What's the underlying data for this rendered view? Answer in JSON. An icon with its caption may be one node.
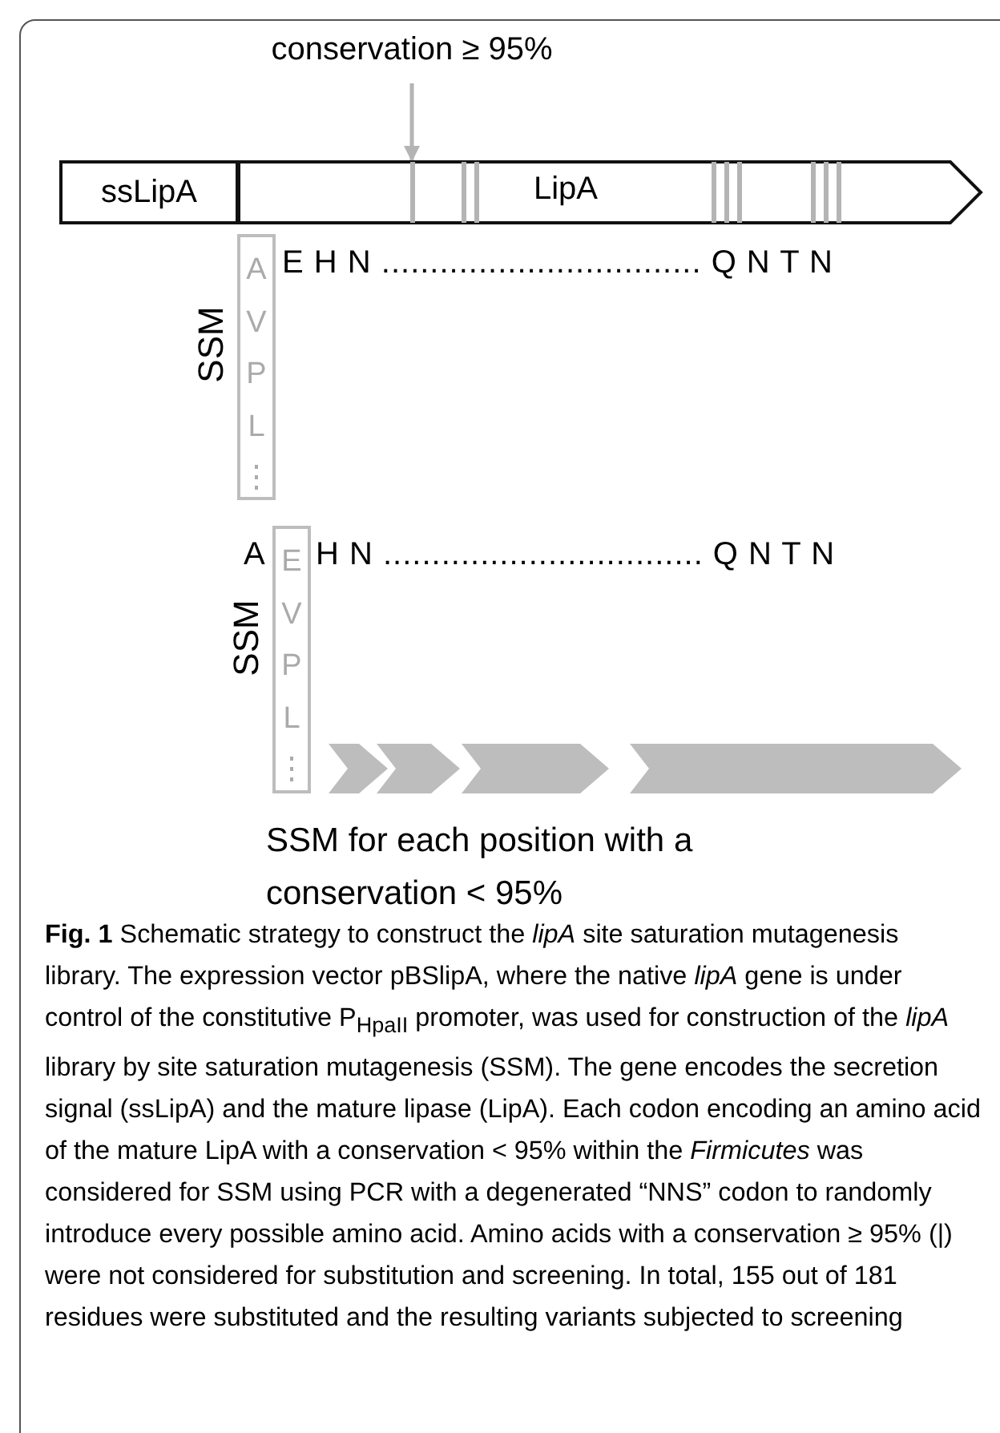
{
  "diagram": {
    "nodes": [
      {
        "text": [
          "ssLipA"
        ]
      },
      {
        "text": [
          "LipA"
        ]
      },
      {
        "text": [],
        "shape": "bar",
        "in": 1
      },
      {
        "text": [
          "conservation ≥ 95%"
        ]
      },
      {
        "text": [
          "A V P L ⋮"
        ],
        "beside": [
          "SSM"
        ]
      },
      {
        "text": [
          "E V P L ⋮"
        ],
        "beside": [
          "SSM"
        ]
      }
    ],
    "edges": [
      {
        "from": 3,
        "to": 2,
        "arrow": "to"
      }
    ],
    "labels": [
      "E H N ................................. Q N T N",
      "A",
      "H N ................................. Q N T N",
      "SSM for each position with a conservation < 95%"
    ],
    "caption": "**Fig. 1** Schematic strategy to construct the *lipA* site saturation mutagenesis library. The expression vector pBSlipA, where the native *lipA* gene is under control of the constitutive P$_{HpaII}$ promoter, was used for construction of the *lipA* library by site saturation mutagenesis (SSM). The gene encodes the secretion signal (ssLipA) and the mature lipase (LipA). Each codon encoding an amino acid of the mature LipA with a conservation < 95% within the *Firmicutes* was considered for SSM using PCR with a degenerated “NNS” codon to randomly introduce every possible amino acid. Amino acids with a conservation ≥ 95% (|) were not considered for substitution and screening. In total, 155 out of 181 residues were substituted and the resulting variants subjected to screening"
  }
}
